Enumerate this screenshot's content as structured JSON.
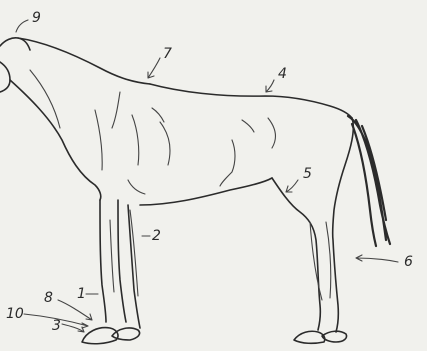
{
  "figure": {
    "subject": "horse-side-view-sketch",
    "labels": [
      {
        "id": "label-9",
        "text": "9"
      },
      {
        "id": "label-7",
        "text": "7"
      },
      {
        "id": "label-4",
        "text": "4"
      },
      {
        "id": "label-5",
        "text": "5"
      },
      {
        "id": "label-2",
        "text": "2"
      },
      {
        "id": "label-6",
        "text": "6"
      },
      {
        "id": "label-8",
        "text": "8"
      },
      {
        "id": "label-1",
        "text": "1"
      },
      {
        "id": "label-10",
        "text": "10"
      },
      {
        "id": "label-3",
        "text": "3"
      }
    ]
  },
  "colors": {
    "background": "#f1f1ed",
    "ink": "#2b2b2b"
  }
}
